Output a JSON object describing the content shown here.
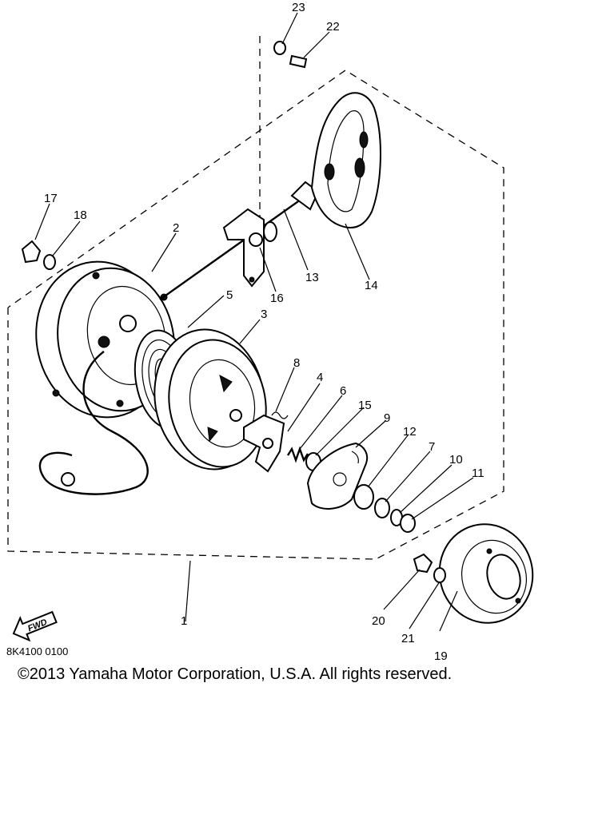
{
  "diagram": {
    "callouts": [
      {
        "n": "1"
      },
      {
        "n": "2"
      },
      {
        "n": "3"
      },
      {
        "n": "4"
      },
      {
        "n": "5"
      },
      {
        "n": "6"
      },
      {
        "n": "7"
      },
      {
        "n": "8"
      },
      {
        "n": "9"
      },
      {
        "n": "10"
      },
      {
        "n": "11"
      },
      {
        "n": "12"
      },
      {
        "n": "13"
      },
      {
        "n": "14"
      },
      {
        "n": "15"
      },
      {
        "n": "16"
      },
      {
        "n": "17"
      },
      {
        "n": "18"
      },
      {
        "n": "19"
      },
      {
        "n": "20"
      },
      {
        "n": "21"
      },
      {
        "n": "22"
      },
      {
        "n": "23"
      }
    ],
    "fwd_label": "FWD",
    "drawing_code": "8K4100 0100"
  },
  "footer": {
    "copyright": "©2013 Yamaha Motor Corporation, U.S.A. All rights reserved."
  }
}
